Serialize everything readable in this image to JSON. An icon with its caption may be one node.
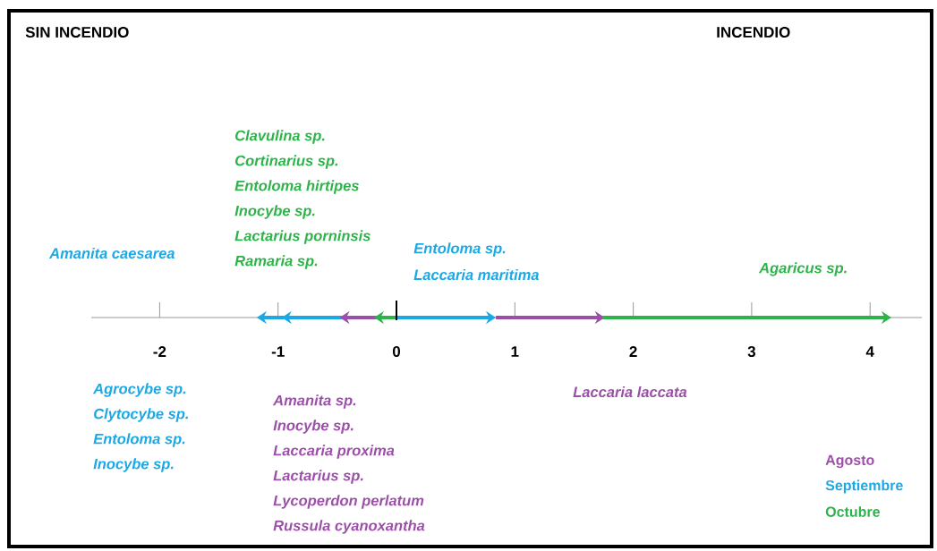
{
  "diagram": {
    "labels": [
      "SIN INCENDIO",
      "INCENDIO",
      "Clavulina sp.",
      "Cortinarius sp.",
      "Entoloma hirtipes",
      "Inocybe sp.",
      "Lactarius porninsis",
      "Ramaria sp.",
      "Amanita caesarea",
      "Entoloma sp.",
      "Laccaria maritima",
      "Agaricus sp.",
      "-2",
      "-1",
      "0",
      "1",
      "2",
      "3",
      "4",
      "Agrocybe sp.",
      "Clytocybe sp.",
      "Entoloma sp.",
      "Inocybe sp.",
      "Laccaria laccata",
      "Amanita sp.",
      "Inocybe sp.",
      "Laccaria proxima",
      "Lactarius sp.",
      "Lycoperdon perlatum",
      "Russula cyanoxantha"
    ],
    "legend": [
      {
        "text": "Agosto",
        "color": "#9c4fa8"
      },
      {
        "text": "Septiembre",
        "color": "#1ba8e6"
      },
      {
        "text": "Octubre",
        "color": "#2eb34b"
      }
    ]
  }
}
